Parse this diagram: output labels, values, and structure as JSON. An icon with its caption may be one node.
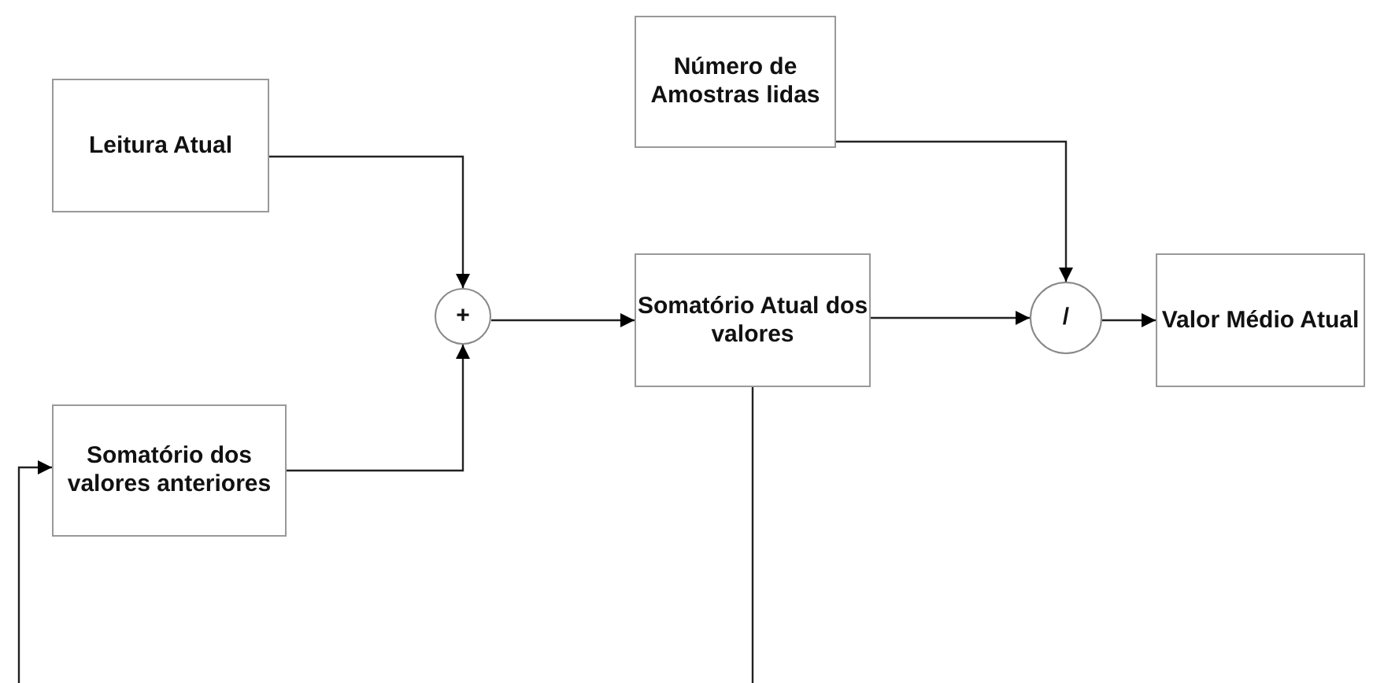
{
  "diagram": {
    "nodes": [
      {
        "text": [
          "Número de Amostras lidas"
        ]
      },
      {
        "text": [
          "Leitura Atual"
        ]
      },
      {
        "text": [
          "+"
        ]
      },
      {
        "text": [
          "Somatório Atual dos valores"
        ]
      },
      {
        "text": [
          "/"
        ]
      },
      {
        "text": [
          "Valor Médio Atual"
        ]
      },
      {
        "text": [
          "Somatório dos valores anteriores"
        ]
      }
    ],
    "edges": [
      {
        "from": 1,
        "to": 2,
        "arrow": "to"
      },
      {
        "from": 6,
        "to": 2,
        "arrow": "to"
      },
      {
        "from": 2,
        "to": 3,
        "arrow": "to"
      },
      {
        "from": 0,
        "to": 4,
        "arrow": "to"
      },
      {
        "from": 3,
        "to": 4,
        "arrow": "to"
      },
      {
        "from": 4,
        "to": 5,
        "arrow": "to"
      },
      {
        "from": 3,
        "to": null,
        "arrow": "none"
      },
      {
        "from": null,
        "to": 6,
        "arrow": "to"
      }
    ]
  }
}
